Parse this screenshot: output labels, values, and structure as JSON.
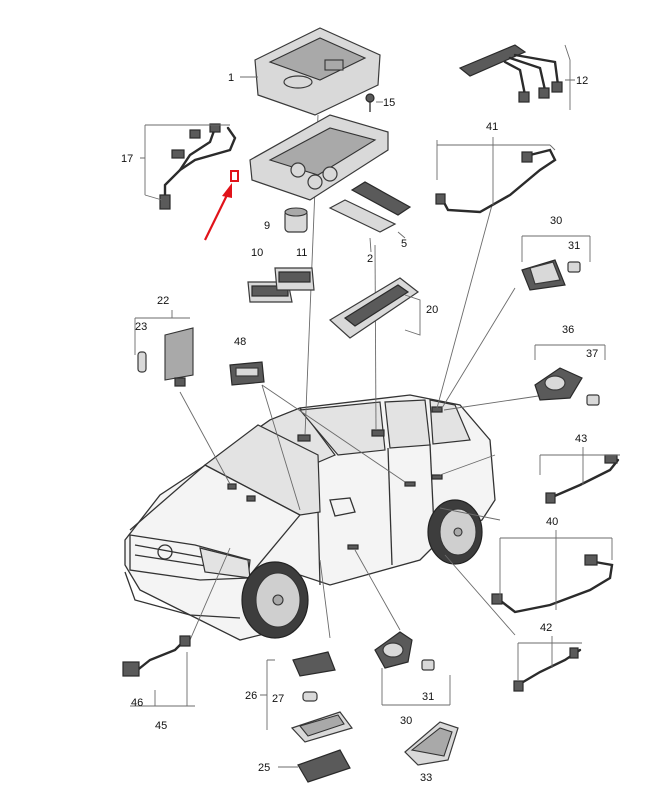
{
  "diagram": {
    "callouts": [
      {
        "id": "c1",
        "text": "1"
      },
      {
        "id": "c2",
        "text": "2"
      },
      {
        "id": "c5",
        "text": "5"
      },
      {
        "id": "c9",
        "text": "9"
      },
      {
        "id": "c10",
        "text": "10"
      },
      {
        "id": "c11",
        "text": "11"
      },
      {
        "id": "c12",
        "text": "12"
      },
      {
        "id": "c15",
        "text": "15"
      },
      {
        "id": "c17",
        "text": "17"
      },
      {
        "id": "c20",
        "text": "20"
      },
      {
        "id": "c22",
        "text": "22"
      },
      {
        "id": "c23",
        "text": "23"
      },
      {
        "id": "c25",
        "text": "25"
      },
      {
        "id": "c26",
        "text": "26"
      },
      {
        "id": "c27",
        "text": "27"
      },
      {
        "id": "c30a",
        "text": "30"
      },
      {
        "id": "c31a",
        "text": "31"
      },
      {
        "id": "c30b",
        "text": "30"
      },
      {
        "id": "c31b",
        "text": "31"
      },
      {
        "id": "c33",
        "text": "33"
      },
      {
        "id": "c36",
        "text": "36"
      },
      {
        "id": "c37",
        "text": "37"
      },
      {
        "id": "c40",
        "text": "40"
      },
      {
        "id": "c41",
        "text": "41"
      },
      {
        "id": "c42",
        "text": "42"
      },
      {
        "id": "c43",
        "text": "43"
      },
      {
        "id": "c45",
        "text": "45"
      },
      {
        "id": "c46",
        "text": "46"
      },
      {
        "id": "c48",
        "text": "48"
      }
    ],
    "highlight_color": "#e1131a",
    "line_color": "#333333"
  }
}
